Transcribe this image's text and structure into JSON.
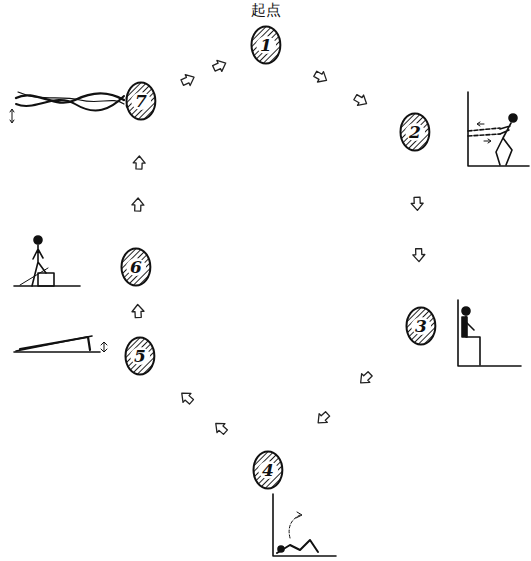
{
  "diagram": {
    "nodes": [
      {
        "text": [
          "1"
        ]
      },
      {
        "text": [
          "2"
        ]
      },
      {
        "text": [
          "3"
        ]
      },
      {
        "text": [
          "4"
        ]
      },
      {
        "text": [
          "5"
        ]
      },
      {
        "text": [
          "6"
        ]
      },
      {
        "text": [
          "7"
        ]
      }
    ],
    "edges": [
      {
        "from": 0,
        "to": 1,
        "arrow": "to"
      },
      {
        "from": 1,
        "to": 2,
        "arrow": "to"
      },
      {
        "from": 2,
        "to": 3,
        "arrow": "to"
      },
      {
        "from": 3,
        "to": 4,
        "arrow": "to"
      },
      {
        "from": 4,
        "to": 5,
        "arrow": "to"
      },
      {
        "from": 5,
        "to": 6,
        "arrow": "to"
      },
      {
        "from": 6,
        "to": 0,
        "arrow": "to"
      }
    ],
    "labels": [
      "起点"
    ]
  }
}
